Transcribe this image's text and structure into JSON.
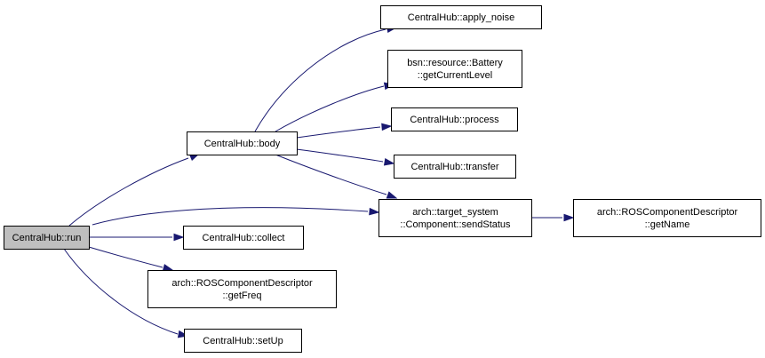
{
  "colors": {
    "edge": "#191970",
    "root_fill": "#bfbfbf",
    "node_fill": "#ffffff",
    "node_border": "#000000"
  },
  "nodes": {
    "run": {
      "lines": [
        "CentralHub::run"
      ]
    },
    "body": {
      "lines": [
        "CentralHub::body"
      ]
    },
    "collect": {
      "lines": [
        "CentralHub::collect"
      ]
    },
    "getFreq": {
      "lines": [
        "arch::ROSComponentDescriptor",
        "::getFreq"
      ]
    },
    "setUp": {
      "lines": [
        "CentralHub::setUp"
      ]
    },
    "apply_noise": {
      "lines": [
        "CentralHub::apply_noise"
      ]
    },
    "getCurrentLevel": {
      "lines": [
        "bsn::resource::Battery",
        "::getCurrentLevel"
      ]
    },
    "process": {
      "lines": [
        "CentralHub::process"
      ]
    },
    "transfer": {
      "lines": [
        "CentralHub::transfer"
      ]
    },
    "sendStatus": {
      "lines": [
        "arch::target_system",
        "::Component::sendStatus"
      ]
    },
    "getName": {
      "lines": [
        "arch::ROSComponentDescriptor",
        "::getName"
      ]
    }
  },
  "edges": [
    {
      "from": "run",
      "to": "body"
    },
    {
      "from": "run",
      "to": "sendStatus"
    },
    {
      "from": "run",
      "to": "collect"
    },
    {
      "from": "run",
      "to": "getFreq"
    },
    {
      "from": "run",
      "to": "setUp"
    },
    {
      "from": "body",
      "to": "apply_noise"
    },
    {
      "from": "body",
      "to": "getCurrentLevel"
    },
    {
      "from": "body",
      "to": "process"
    },
    {
      "from": "body",
      "to": "transfer"
    },
    {
      "from": "body",
      "to": "sendStatus"
    },
    {
      "from": "sendStatus",
      "to": "getName"
    }
  ]
}
